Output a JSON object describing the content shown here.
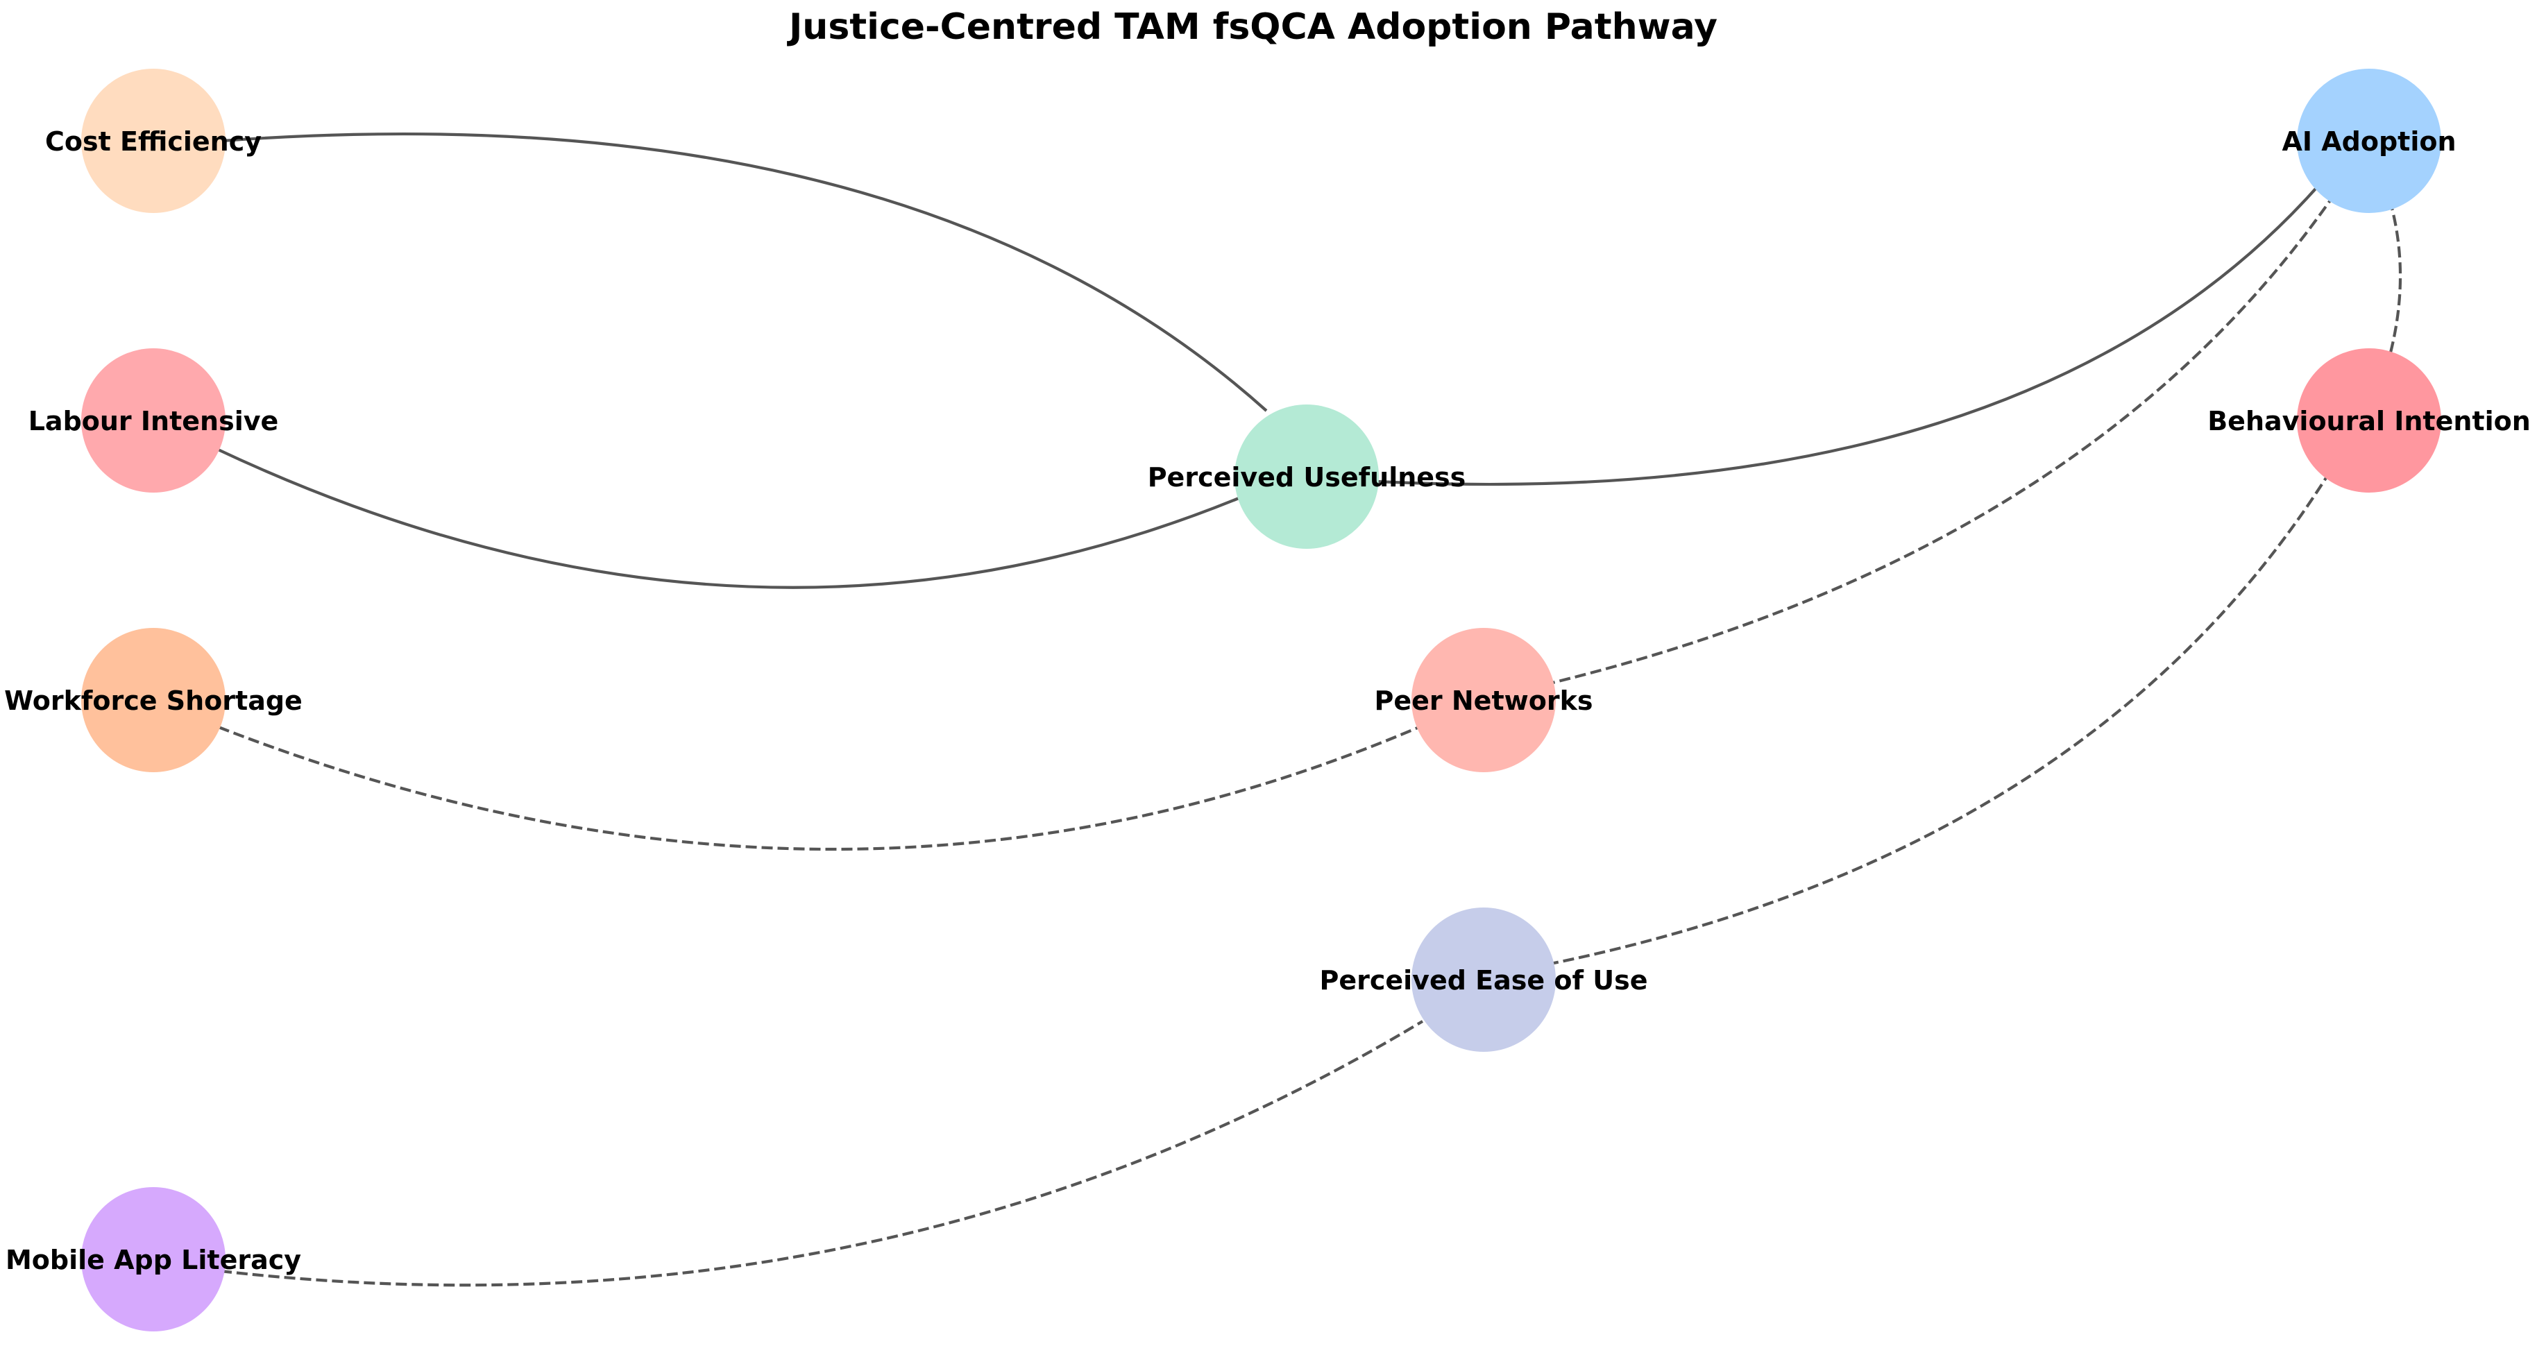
{
  "title": "Justice-Centred TAM fsQCA Adoption Pathway",
  "nodes": {
    "cost_efficiency": {
      "label": "Cost Efficiency",
      "color": "#ffdcbf"
    },
    "labour_intensive": {
      "label": "Labour Intensive",
      "color": "#ffa9ad"
    },
    "workforce_shortage": {
      "label": "Workforce Shortage",
      "color": "#ffc19c"
    },
    "mobile_app_literacy": {
      "label": "Mobile App Literacy",
      "color": "#d6a9fd"
    },
    "perceived_usefulness": {
      "label": "Perceived Usefulness",
      "color": "#b4ead5"
    },
    "peer_networks": {
      "label": "Peer Networks",
      "color": "#ffb7b0"
    },
    "perceived_ease_of_use": {
      "label": "Perceived Ease of Use",
      "color": "#c6cdea"
    },
    "ai_adoption": {
      "label": "AI Adoption",
      "color": "#a4d2fe"
    },
    "behavioural_intention": {
      "label": "Behavioural Intention",
      "color": "#ff979f"
    }
  },
  "edges": [
    {
      "from": "cost_efficiency",
      "to": "perceived_usefulness",
      "style": "solid"
    },
    {
      "from": "labour_intensive",
      "to": "perceived_usefulness",
      "style": "solid"
    },
    {
      "from": "perceived_usefulness",
      "to": "ai_adoption",
      "style": "solid"
    },
    {
      "from": "workforce_shortage",
      "to": "peer_networks",
      "style": "dashed"
    },
    {
      "from": "peer_networks",
      "to": "ai_adoption",
      "style": "dashed"
    },
    {
      "from": "mobile_app_literacy",
      "to": "perceived_ease_of_use",
      "style": "dashed"
    },
    {
      "from": "perceived_ease_of_use",
      "to": "behavioural_intention",
      "style": "dashed"
    },
    {
      "from": "behavioural_intention",
      "to": "ai_adoption",
      "style": "dashed"
    }
  ]
}
